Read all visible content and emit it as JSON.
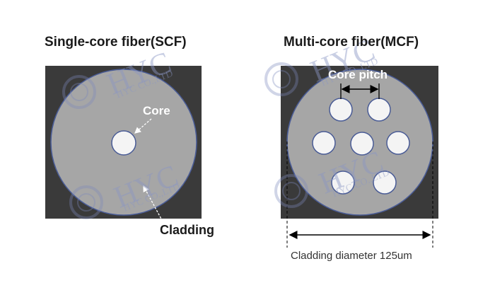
{
  "scf": {
    "title": "Single-core fiber(SCF)",
    "core_label": "Core",
    "cladding_label": "Cladding"
  },
  "mcf": {
    "title": "Multi-core fiber(MCF)",
    "core_pitch_label": "Core pitch",
    "diameter_label": "Cladding diameter 125um"
  },
  "watermark": {
    "brand": "HYC",
    "company": "HYC CO.,LTD"
  },
  "colors": {
    "square": "#3a3a3a",
    "cladding": "#a6a6a6",
    "core": "#f4f4f4",
    "outline": "#4a5c96"
  }
}
